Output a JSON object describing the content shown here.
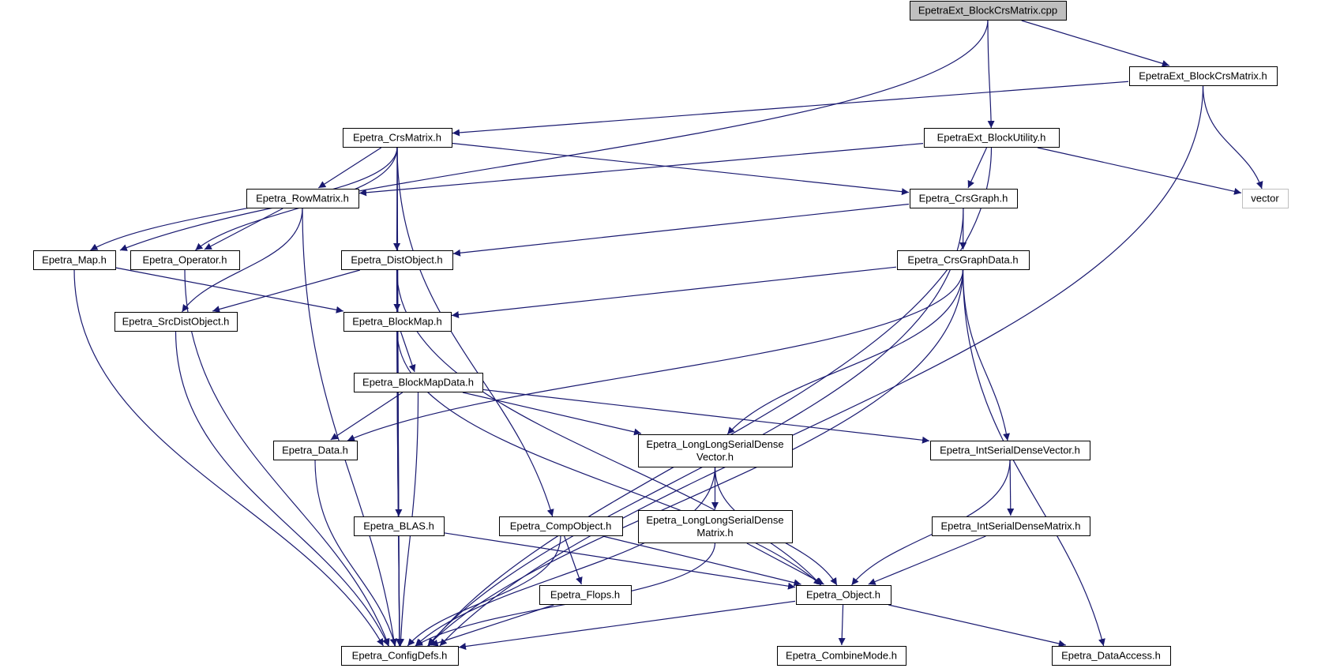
{
  "colors": {
    "edge": "#191970",
    "root_fill": "#bfbfbf",
    "external_border": "#bfbfbf"
  },
  "nodes": [
    {
      "id": "cpp",
      "lines": [
        "EpetraExt_BlockCrsMatrix.cpp"
      ],
      "kind": "root"
    },
    {
      "id": "bcmh",
      "lines": [
        "EpetraExt_BlockCrsMatrix.h"
      ]
    },
    {
      "id": "crsm",
      "lines": [
        "Epetra_CrsMatrix.h"
      ]
    },
    {
      "id": "butil",
      "lines": [
        "EpetraExt_BlockUtility.h"
      ]
    },
    {
      "id": "vector",
      "lines": [
        "vector"
      ],
      "kind": "external"
    },
    {
      "id": "rowm",
      "lines": [
        "Epetra_RowMatrix.h"
      ]
    },
    {
      "id": "crsg",
      "lines": [
        "Epetra_CrsGraph.h"
      ]
    },
    {
      "id": "map",
      "lines": [
        "Epetra_Map.h"
      ]
    },
    {
      "id": "oper",
      "lines": [
        "Epetra_Operator.h"
      ]
    },
    {
      "id": "dist",
      "lines": [
        "Epetra_DistObject.h"
      ]
    },
    {
      "id": "cgd",
      "lines": [
        "Epetra_CrsGraphData.h"
      ]
    },
    {
      "id": "src",
      "lines": [
        "Epetra_SrcDistObject.h"
      ]
    },
    {
      "id": "bmap",
      "lines": [
        "Epetra_BlockMap.h"
      ]
    },
    {
      "id": "bmd",
      "lines": [
        "Epetra_BlockMapData.h"
      ]
    },
    {
      "id": "data",
      "lines": [
        "Epetra_Data.h"
      ]
    },
    {
      "id": "llsdv",
      "lines": [
        "Epetra_LongLongSerialDense",
        "Vector.h"
      ]
    },
    {
      "id": "isdv",
      "lines": [
        "Epetra_IntSerialDenseVector.h"
      ]
    },
    {
      "id": "blas",
      "lines": [
        "Epetra_BLAS.h"
      ]
    },
    {
      "id": "comp",
      "lines": [
        "Epetra_CompObject.h"
      ]
    },
    {
      "id": "llsdm",
      "lines": [
        "Epetra_LongLongSerialDense",
        "Matrix.h"
      ]
    },
    {
      "id": "isdm",
      "lines": [
        "Epetra_IntSerialDenseMatrix.h"
      ]
    },
    {
      "id": "flops",
      "lines": [
        "Epetra_Flops.h"
      ]
    },
    {
      "id": "obj",
      "lines": [
        "Epetra_Object.h"
      ]
    },
    {
      "id": "cfg",
      "lines": [
        "Epetra_ConfigDefs.h"
      ]
    },
    {
      "id": "comb",
      "lines": [
        "Epetra_CombineMode.h"
      ]
    },
    {
      "id": "dacc",
      "lines": [
        "Epetra_DataAccess.h"
      ]
    }
  ],
  "edges": [
    [
      "cpp",
      "bcmh"
    ],
    [
      "cpp",
      "butil"
    ],
    [
      "cpp",
      "map"
    ],
    [
      "bcmh",
      "crsm"
    ],
    [
      "bcmh",
      "vector"
    ],
    [
      "bcmh",
      "cfg"
    ],
    [
      "crsm",
      "rowm"
    ],
    [
      "crsm",
      "crsg"
    ],
    [
      "crsm",
      "map"
    ],
    [
      "crsm",
      "oper"
    ],
    [
      "crsm",
      "dist"
    ],
    [
      "crsm",
      "blas"
    ],
    [
      "crsm",
      "comp"
    ],
    [
      "crsm",
      "cfg"
    ],
    [
      "butil",
      "crsg"
    ],
    [
      "butil",
      "rowm"
    ],
    [
      "butil",
      "vector"
    ],
    [
      "butil",
      "cfg"
    ],
    [
      "rowm",
      "oper"
    ],
    [
      "rowm",
      "src"
    ],
    [
      "rowm",
      "cfg"
    ],
    [
      "crsg",
      "dist"
    ],
    [
      "crsg",
      "cgd"
    ],
    [
      "crsg",
      "cfg"
    ],
    [
      "map",
      "bmap"
    ],
    [
      "map",
      "cfg"
    ],
    [
      "oper",
      "cfg"
    ],
    [
      "dist",
      "src"
    ],
    [
      "dist",
      "bmap"
    ],
    [
      "dist",
      "obj"
    ],
    [
      "dist",
      "cfg"
    ],
    [
      "cgd",
      "bmap"
    ],
    [
      "cgd",
      "data"
    ],
    [
      "cgd",
      "llsdv"
    ],
    [
      "cgd",
      "isdv"
    ],
    [
      "cgd",
      "cfg"
    ],
    [
      "cgd",
      "dacc"
    ],
    [
      "src",
      "cfg"
    ],
    [
      "bmap",
      "bmd"
    ],
    [
      "bmap",
      "obj"
    ],
    [
      "bmap",
      "cfg"
    ],
    [
      "bmd",
      "data"
    ],
    [
      "bmd",
      "llsdv"
    ],
    [
      "bmd",
      "isdv"
    ],
    [
      "bmd",
      "cfg"
    ],
    [
      "data",
      "cfg"
    ],
    [
      "llsdv",
      "llsdm"
    ],
    [
      "llsdv",
      "obj"
    ],
    [
      "llsdv",
      "cfg"
    ],
    [
      "isdv",
      "isdm"
    ],
    [
      "isdv",
      "obj"
    ],
    [
      "blas",
      "obj"
    ],
    [
      "blas",
      "cfg"
    ],
    [
      "comp",
      "flops"
    ],
    [
      "comp",
      "obj"
    ],
    [
      "comp",
      "cfg"
    ],
    [
      "llsdm",
      "obj"
    ],
    [
      "llsdm",
      "cfg"
    ],
    [
      "isdm",
      "obj"
    ],
    [
      "flops",
      "cfg"
    ],
    [
      "obj",
      "comb"
    ],
    [
      "obj",
      "dacc"
    ],
    [
      "obj",
      "cfg"
    ]
  ]
}
